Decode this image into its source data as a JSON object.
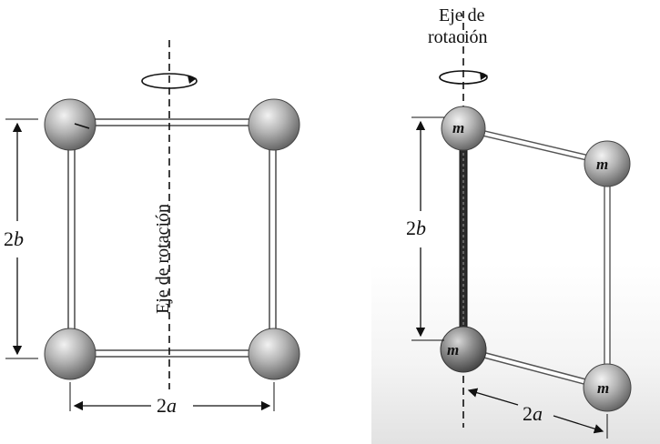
{
  "left_figure": {
    "axis_label": "Eje de rotación",
    "height_label_num": "2",
    "height_label_var": "b",
    "width_label_num": "2",
    "width_label_var": "a"
  },
  "right_figure": {
    "axis_label_line1": "Eje de",
    "axis_label_line2": "rotación",
    "height_label_num": "2",
    "height_label_var": "b",
    "width_label_num": "2",
    "width_label_var": "a",
    "mass_label": "m"
  },
  "colors": {
    "sphere_light": "#e9e9e9",
    "sphere_mid": "#a8a8a8",
    "sphere_dark": "#5e5e5e",
    "rod": "#555555",
    "panel_bg": "#ececec"
  },
  "icons": [
    "rotation-arrow-icon"
  ]
}
